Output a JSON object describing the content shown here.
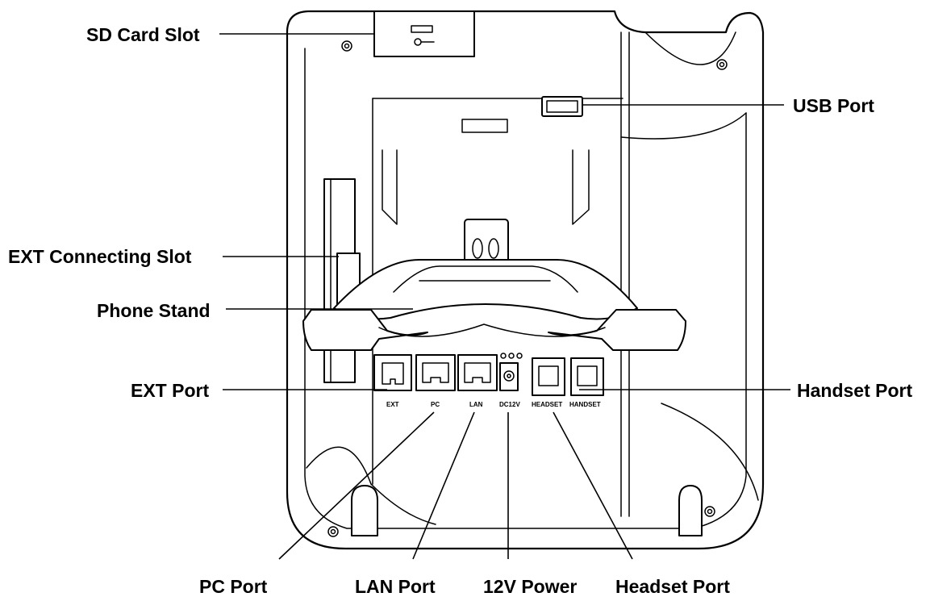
{
  "callouts": {
    "sd_card_slot": "SD Card Slot",
    "usb_port": "USB Port",
    "ext_connecting_slot": "EXT Connecting Slot",
    "phone_stand": "Phone Stand",
    "ext_port": "EXT Port",
    "handset_port": "Handset Port",
    "pc_port": "PC Port",
    "lan_port": "LAN Port",
    "power_12v": "12V Power",
    "headset_port": "Headset Port"
  },
  "port_tags": {
    "ext": "EXT",
    "pc": "PC",
    "lan": "LAN",
    "dc12v": "DC12V",
    "headset": "HEADSET",
    "handset": "HANDSET"
  },
  "colors": {
    "line": "#000000",
    "background": "#ffffff"
  }
}
